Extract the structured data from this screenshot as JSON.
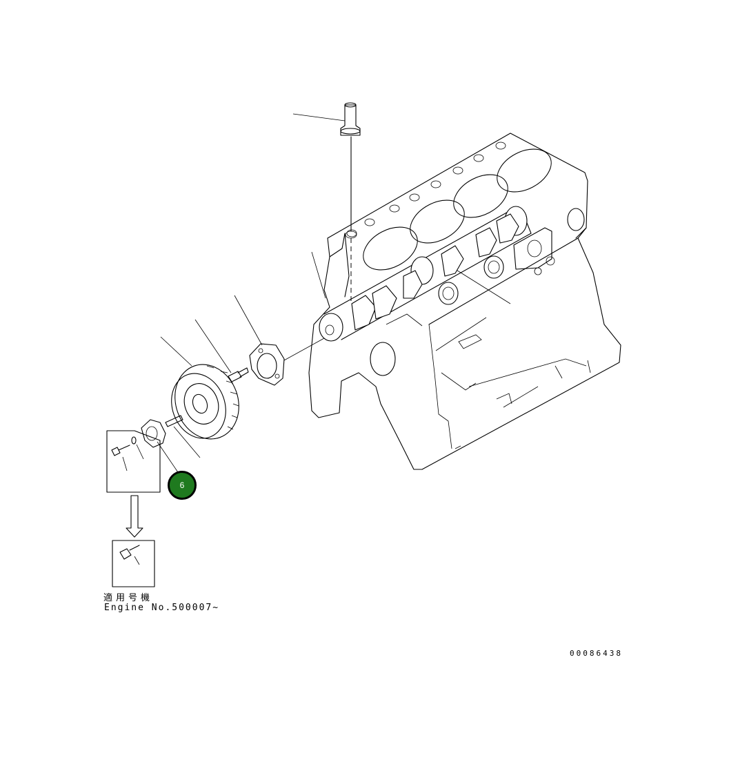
{
  "callout": {
    "label": "6",
    "color": "#1f7a1f"
  },
  "applicability_note": {
    "jp_label": "適用号機",
    "engine_no": "Engine No.500007~"
  },
  "drawing_number": "00086438"
}
